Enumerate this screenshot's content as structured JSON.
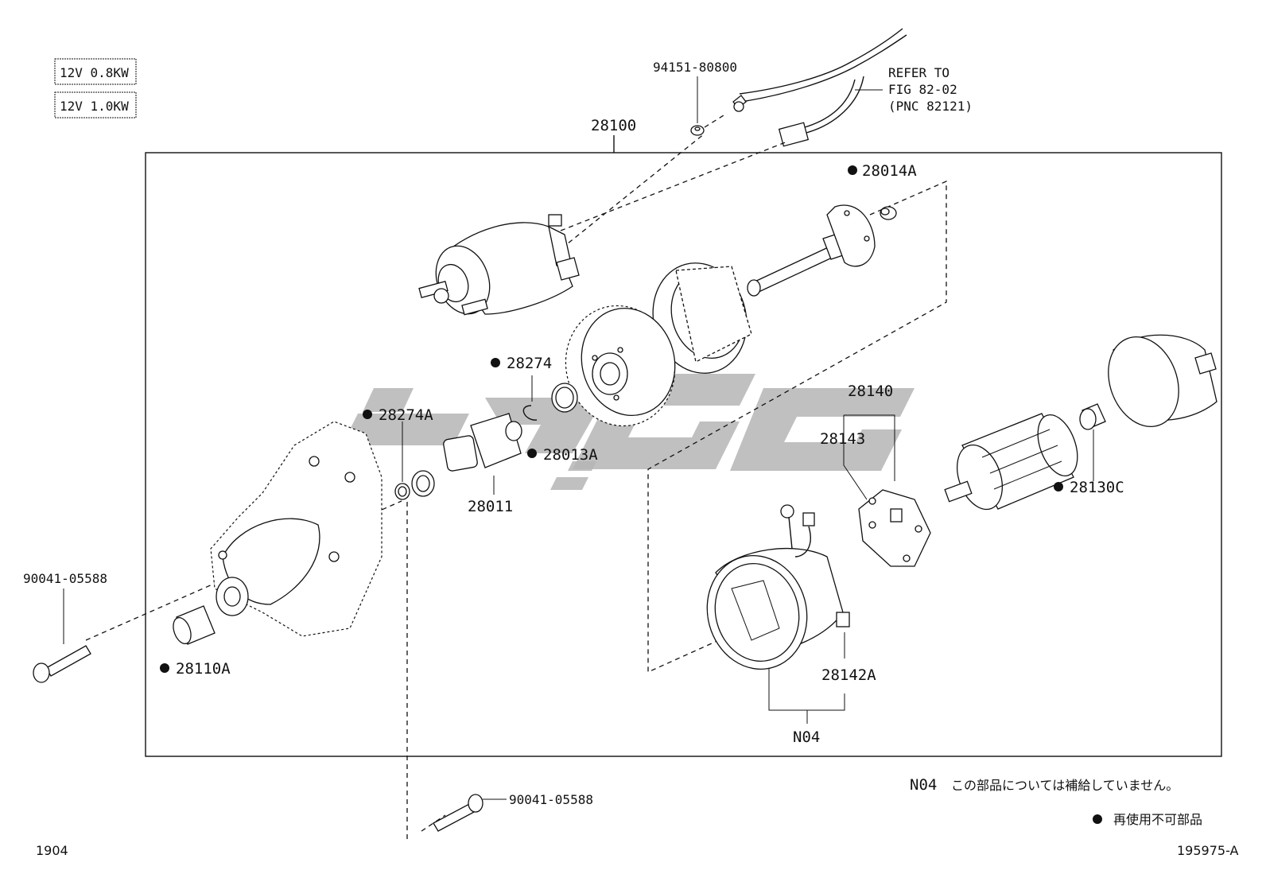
{
  "spec_boxes": [
    "12V 0.8KW",
    "12V 1.0KW"
  ],
  "assembly_label": "28100",
  "refer": {
    "line1": "REFER TO",
    "line2": "FIG 82-02",
    "line3": "(PNC 82121)"
  },
  "part_labels": {
    "p94151": "94151-80800",
    "p28014A": "28014A",
    "p28274": "28274",
    "p28274A": "28274A",
    "p28013A": "28013A",
    "p28011": "28011",
    "p28140": "28140",
    "p28143": "28143",
    "p28130C": "28130C",
    "p90041_left": "90041-05588",
    "p28110A": "28110A",
    "p28142A": "28142A",
    "pN04": "N04",
    "p90041_bottom": "90041-05588"
  },
  "legend": {
    "n04_code": "N04",
    "n04_text": "この部品については補給していません。",
    "dot_text": "再使用不可部品"
  },
  "footer": {
    "left": "1904",
    "right": "195975-A"
  },
  "colors": {
    "line": "#111111",
    "watermark": "#b5b5b5"
  }
}
